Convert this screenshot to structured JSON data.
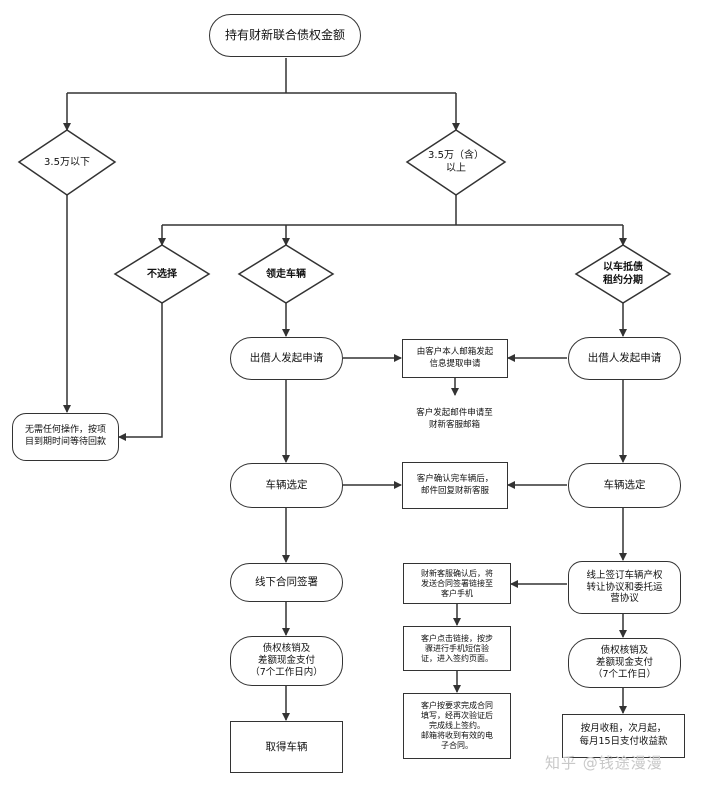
{
  "nodes": {
    "root": "持有财新联合债权金额",
    "below_threshold": "3.5万以下",
    "above_threshold": "3.5万（含）\n以上",
    "opt_none": "不选择",
    "opt_take": "领走车辆",
    "opt_lease": "以车抵债\n租约分期",
    "no_action": "无需任何操作，按项\n目到期时间等待回款",
    "apply_left": "出借人发起申请",
    "apply_right": "出借人发起申请",
    "email_request": "由客户本人邮箱发起\n信息提取申请",
    "email_send": "客户发起邮件申请至\n财新客服邮箱",
    "select_left": "车辆选定",
    "select_right": "车辆选定",
    "confirm_vehicle": "客户确认完车辆后，\n邮件回复财新客服",
    "offline_sign": "线下合同签署",
    "online_sign": "线上签订车辆产权\n转让协议和委托运\n营协议",
    "service_link": "财新客服确认后，将\n发送合同签署链接至\n客户手机",
    "click_link": "客户点击链接，按步\n骤进行手机短信验\n证，进入签约页面。",
    "complete_contract": "客户按要求完成合同\n填写，经再次验证后\n完成线上签约。\n邮箱将收到有效的电\n子合同。",
    "settle_left": "债权核销及\n差额现金支付\n（7个工作日内）",
    "settle_right": "债权核销及\n差额现金支付\n（7个工作日）",
    "pickup": "取得车辆",
    "monthly_rent": "按月收租，次月起，\n每月15日支付收益款"
  },
  "watermark": "知乎 @钱途漫漫"
}
